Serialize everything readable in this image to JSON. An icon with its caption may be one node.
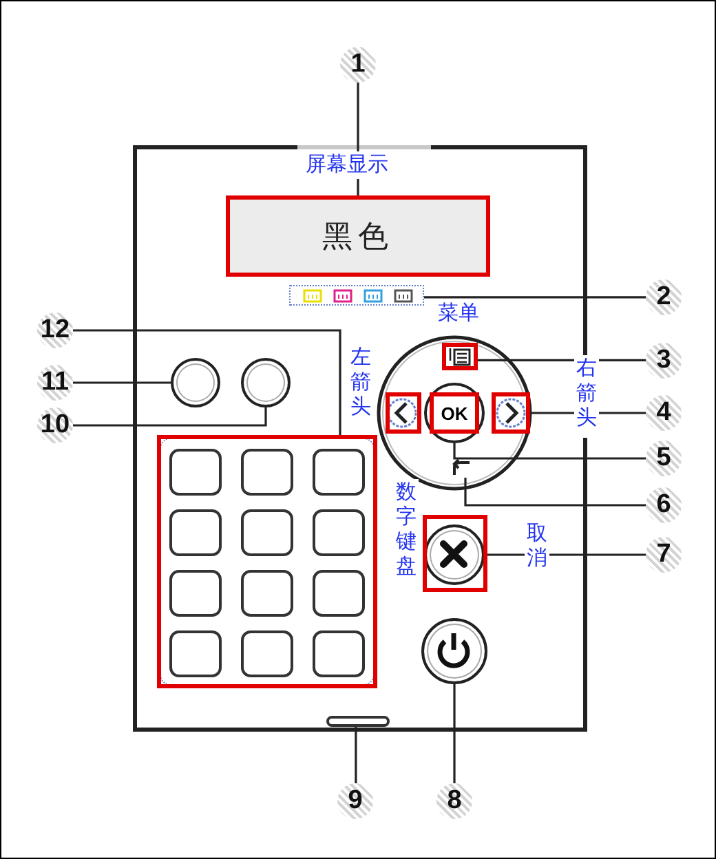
{
  "diagram": {
    "nodes": [
      {
        "text": [
          "1"
        ]
      },
      {
        "text": [
          "黑色"
        ]
      },
      {
        "text": [
          "2"
        ]
      },
      {
        "text": [],
        "shape": "bar"
      },
      {
        "text": [
          "3"
        ]
      },
      {
        "text": [],
        "shape": "box"
      },
      {
        "text": [
          "4"
        ]
      },
      {
        "text": [],
        "shape": "circle"
      },
      {
        "text": [
          "5"
        ]
      },
      {
        "text": [
          "OK"
        ]
      },
      {
        "text": [
          "6"
        ]
      },
      {
        "text": [],
        "shape": "box"
      },
      {
        "text": [
          "7"
        ]
      },
      {
        "text": [],
        "shape": "circle"
      },
      {
        "text": [
          "8"
        ]
      },
      {
        "text": [],
        "shape": "circle"
      },
      {
        "text": [
          "9"
        ]
      },
      {
        "text": [],
        "shape": "bar"
      },
      {
        "text": [
          "10"
        ]
      },
      {
        "text": [],
        "shape": "circle"
      },
      {
        "text": [
          "11"
        ]
      },
      {
        "text": [],
        "shape": "circle"
      },
      {
        "text": [
          "12"
        ]
      },
      {
        "text": [],
        "shape": "box"
      }
    ],
    "edges": [
      {
        "from": 0,
        "to": 1,
        "arrow": "none"
      },
      {
        "from": 2,
        "to": 3,
        "arrow": "none"
      },
      {
        "from": 4,
        "to": 5,
        "arrow": "none"
      },
      {
        "from": 6,
        "to": 7,
        "arrow": "none"
      },
      {
        "from": 8,
        "to": 9,
        "arrow": "none"
      },
      {
        "from": 10,
        "to": 11,
        "arrow": "none"
      },
      {
        "from": 12,
        "to": 13,
        "arrow": "none"
      },
      {
        "from": 14,
        "to": 15,
        "arrow": "none"
      },
      {
        "from": 16,
        "to": 17,
        "arrow": "none"
      },
      {
        "from": 18,
        "to": 19,
        "arrow": "none"
      },
      {
        "from": 20,
        "to": 21,
        "arrow": "none"
      },
      {
        "from": 22,
        "to": 23,
        "arrow": "none"
      }
    ],
    "labels": [
      "屏幕显示",
      "菜单",
      "左箭头",
      "右箭头",
      "数字键盘",
      "取消"
    ]
  }
}
